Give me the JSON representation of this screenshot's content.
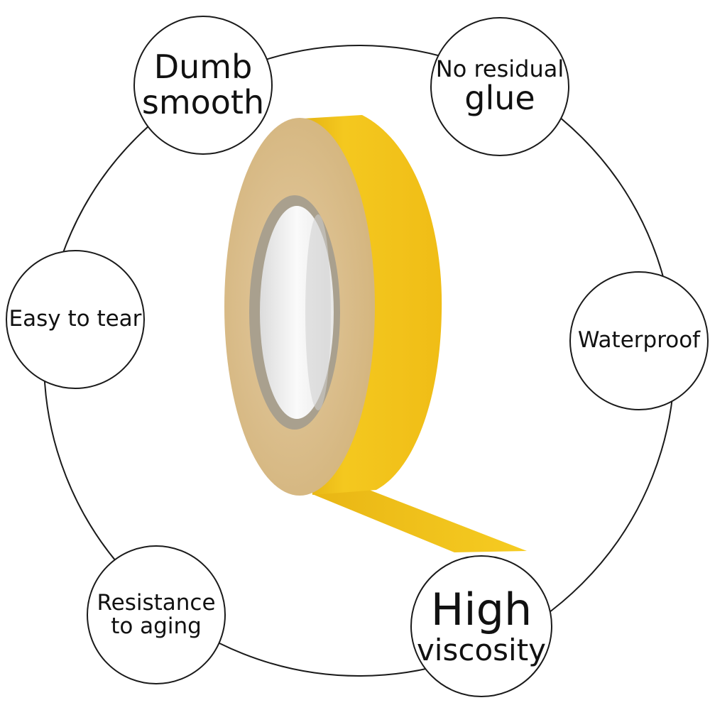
{
  "product": {
    "name_icon": "yellow-adhesive-tape-roll",
    "colors": {
      "tape_face": "#f3c21a",
      "tape_edge": "#ddc18c",
      "core": "#f7f7f7",
      "outline": "#1a1a1a"
    }
  },
  "features": {
    "dumb_smooth": {
      "line1": "Dumb",
      "line2": "smooth"
    },
    "no_residual_glue": {
      "line1": "No residual",
      "line2": "glue"
    },
    "easy_to_tear": {
      "line1": "Easy to tear"
    },
    "waterproof": {
      "line1": "Waterproof"
    },
    "resistance_to_aging": {
      "line1": "Resistance",
      "line2": "to aging"
    },
    "high_viscosity": {
      "line1": "High",
      "line2": "viscosity"
    }
  }
}
